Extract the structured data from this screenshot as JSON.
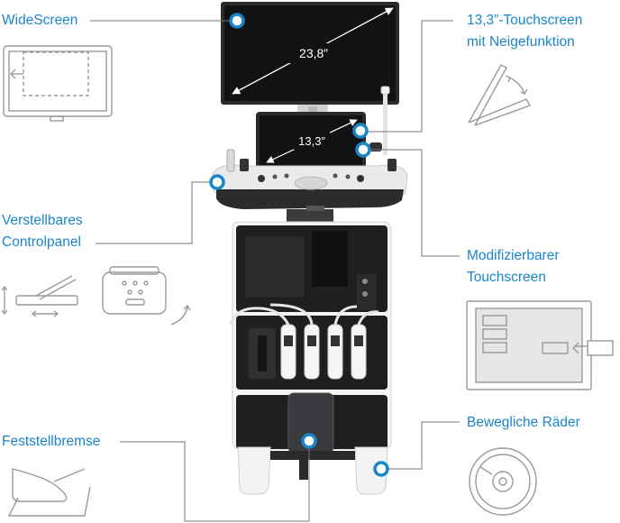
{
  "labels": {
    "widescreen": "WideScreen",
    "touchscreen_tilt_line1": "13,3”-Touchscreen",
    "touchscreen_tilt_line2": "mit Neigefunktion",
    "control_panel_line1": "Verstellbares",
    "control_panel_line2": "Controlpanel",
    "modifiable_line1": "Modifizierbarer",
    "modifiable_line2": "Touchscreen",
    "wheels": "Bewegliche Räder",
    "brake": "Feststellbremse"
  },
  "monitor": {
    "diagonal": "23,8”"
  },
  "touchscreen": {
    "diagonal": "13,3”"
  },
  "colors": {
    "accent": "#1a86c9",
    "icon_gray": "#9a9a9a",
    "device_dark": "#1c1c1e"
  }
}
